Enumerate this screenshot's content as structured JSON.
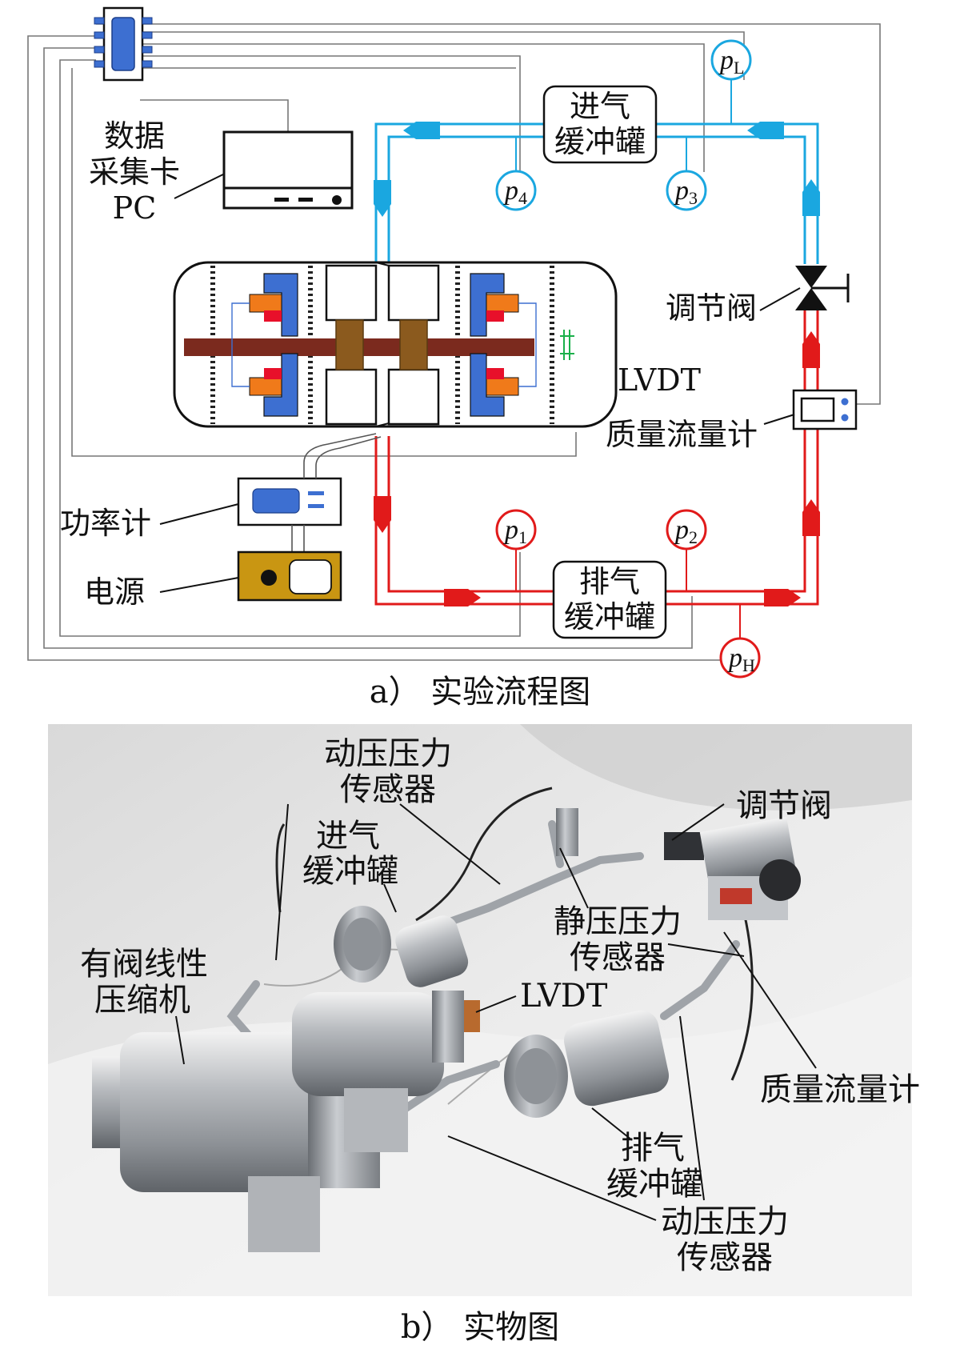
{
  "diagram": {
    "labels": {
      "daq_line1": "数据",
      "daq_line2": "采集卡",
      "pc": "PC",
      "intake_tank_line1": "进气",
      "intake_tank_line2": "缓冲罐",
      "exhaust_tank_line1": "排气",
      "exhaust_tank_line2": "缓冲罐",
      "valve": "调节阀",
      "lvdt": "LVDT",
      "flowmeter": "质量流量计",
      "power_meter": "功率计",
      "power_source": "电源"
    },
    "sensors": [
      {
        "id": "pL",
        "base": "p",
        "sub": "L",
        "color": "#1aa7e0"
      },
      {
        "id": "p4",
        "base": "p",
        "sub": "4",
        "color": "#1aa7e0"
      },
      {
        "id": "p3",
        "base": "p",
        "sub": "3",
        "color": "#1aa7e0"
      },
      {
        "id": "p1",
        "base": "p",
        "sub": "1",
        "color": "#e11a1a"
      },
      {
        "id": "p2",
        "base": "p",
        "sub": "2",
        "color": "#e11a1a"
      },
      {
        "id": "pH",
        "base": "p",
        "sub": "H",
        "color": "#e11a1a"
      }
    ],
    "colors": {
      "low_pressure_line": "#1aa7e0",
      "high_pressure_line": "#e11a1a",
      "piston_rod": "#7b2a1e",
      "coil_blue": "#3d6fd1",
      "magnet_orange": "#f07a1a",
      "magnet_red": "#e8102a",
      "spring_brown": "#8b5a1e",
      "power_source_body": "#c99612"
    },
    "caption": "a） 实验流程图"
  },
  "photo": {
    "labels": {
      "dyn_sensor_top_line1": "动压压力",
      "dyn_sensor_top_line2": "传感器",
      "valve": "调节阀",
      "intake_tank_line1": "进气",
      "intake_tank_line2": "缓冲罐",
      "static_sensor_line1": "静压压力",
      "static_sensor_line2": "传感器",
      "compressor_line1": "有阀线性",
      "compressor_line2": "压缩机",
      "lvdt": "LVDT",
      "flowmeter": "质量流量计",
      "exhaust_tank_line1": "排气",
      "exhaust_tank_line2": "缓冲罐",
      "dyn_sensor_bottom_line1": "动压压力",
      "dyn_sensor_bottom_line2": "传感器"
    },
    "caption": "b） 实物图"
  }
}
